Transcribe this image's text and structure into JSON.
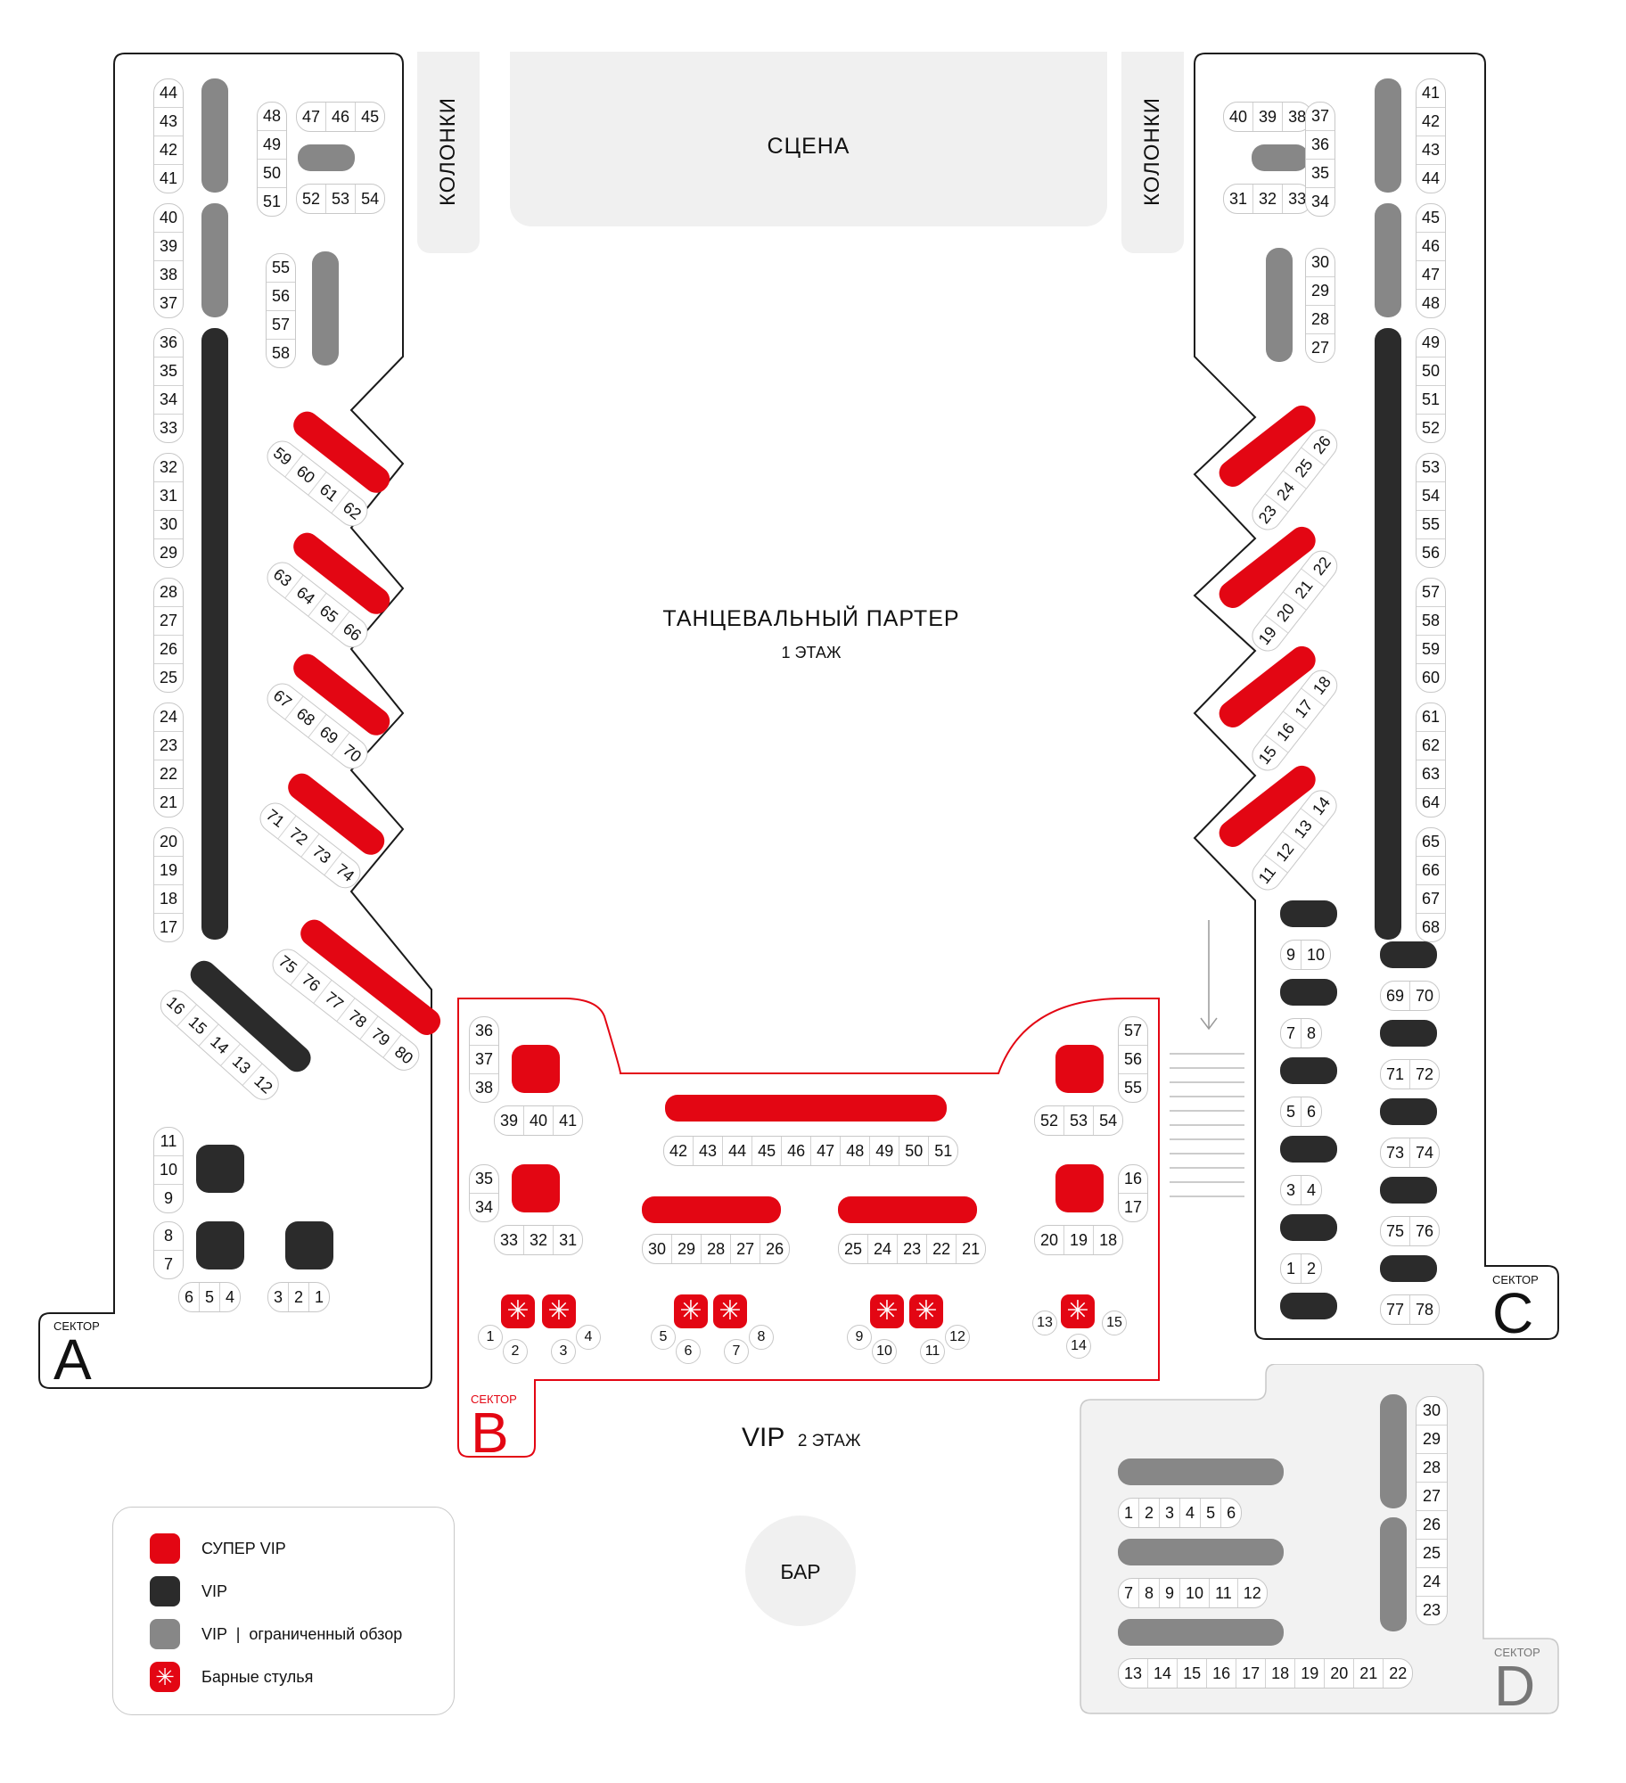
{
  "stage": "СЦЕНА",
  "speakers": "КОЛОНКИ",
  "dance_floor": {
    "title": "ТАНЦЕВАЛЬНЫЙ ПАРТЕР",
    "floor": "1 ЭТАЖ"
  },
  "vip_level": {
    "title": "VIP",
    "floor": "2 ЭТАЖ"
  },
  "bar": "БАР",
  "sector_label": "СЕКТОР",
  "sectors": {
    "a": "A",
    "b": "B",
    "c": "C",
    "d": "D"
  },
  "colors": {
    "super_vip": "#e30613",
    "vip": "#2b2b2b",
    "limited": "#878787"
  },
  "legend": [
    {
      "label": "СУПЕР VIP",
      "type": "super-vip"
    },
    {
      "label": "VIP",
      "type": "vip"
    },
    {
      "label": "VIP  |  ограниченный обзор",
      "type": "limited"
    },
    {
      "label": "Барные стулья",
      "type": "bar-stool",
      "icon": "asterisk-icon"
    }
  ],
  "sector_a": {
    "left_col": [
      [
        "44",
        "43",
        "42",
        "41"
      ],
      [
        "40",
        "39",
        "38",
        "37"
      ],
      [
        "36",
        "35",
        "34",
        "33"
      ],
      [
        "32",
        "31",
        "30",
        "29"
      ],
      [
        "28",
        "27",
        "26",
        "25"
      ],
      [
        "24",
        "23",
        "22",
        "21"
      ],
      [
        "20",
        "19",
        "18",
        "17"
      ]
    ],
    "top_v": [
      "48",
      "49",
      "50",
      "51"
    ],
    "top_h1": [
      "47",
      "46",
      "45"
    ],
    "top_h2": [
      "52",
      "53",
      "54"
    ],
    "mid_v": [
      "55",
      "56",
      "57",
      "58"
    ],
    "diag": [
      [
        "59",
        "60",
        "61",
        "62"
      ],
      [
        "63",
        "64",
        "65",
        "66"
      ],
      [
        "67",
        "68",
        "69",
        "70"
      ],
      [
        "71",
        "72",
        "73",
        "74"
      ],
      [
        "75",
        "76",
        "77",
        "78",
        "79",
        "80"
      ]
    ],
    "diag_low": [
      "16",
      "15",
      "14",
      "13",
      "12"
    ],
    "low_v1": [
      "11",
      "10",
      "9"
    ],
    "low_v2": [
      "8",
      "7"
    ],
    "low_h1": [
      "6",
      "5",
      "4"
    ],
    "low_h2": [
      "3",
      "2",
      "1"
    ]
  },
  "sector_b": {
    "tl_v": [
      "36",
      "37",
      "38"
    ],
    "tl_h": [
      "39",
      "40",
      "41"
    ],
    "top_h": [
      "42",
      "43",
      "44",
      "45",
      "46",
      "47",
      "48",
      "49",
      "50",
      "51"
    ],
    "tr_v": [
      "57",
      "56",
      "55"
    ],
    "tr_h": [
      "52",
      "53",
      "54"
    ],
    "bl_v": [
      "35",
      "34"
    ],
    "bl_h": [
      "33",
      "32",
      "31"
    ],
    "mid_l": [
      "30",
      "29",
      "28",
      "27",
      "26"
    ],
    "mid_r": [
      "25",
      "24",
      "23",
      "22",
      "21"
    ],
    "br_v": [
      "16",
      "17"
    ],
    "br_h": [
      "20",
      "19",
      "18"
    ],
    "stools": [
      "1",
      "2",
      "3",
      "4",
      "5",
      "6",
      "7",
      "8",
      "9",
      "10",
      "11",
      "12",
      "13",
      "14",
      "15"
    ]
  },
  "sector_c": {
    "top_h1": [
      "40",
      "39",
      "38"
    ],
    "top_h2": [
      "31",
      "32",
      "33"
    ],
    "top_v": [
      "37",
      "36",
      "35",
      "34"
    ],
    "mid_v": [
      "30",
      "29",
      "28",
      "27"
    ],
    "right_col": [
      [
        "41",
        "42",
        "43",
        "44"
      ],
      [
        "45",
        "46",
        "47",
        "48"
      ],
      [
        "49",
        "50",
        "51",
        "52"
      ],
      [
        "53",
        "54",
        "55",
        "56"
      ],
      [
        "57",
        "58",
        "59",
        "60"
      ],
      [
        "61",
        "62",
        "63",
        "64"
      ],
      [
        "65",
        "66",
        "67",
        "68"
      ]
    ],
    "diag": [
      [
        "23",
        "24",
        "25",
        "26"
      ],
      [
        "19",
        "20",
        "21",
        "22"
      ],
      [
        "15",
        "16",
        "17",
        "18"
      ],
      [
        "11",
        "12",
        "13",
        "14"
      ]
    ],
    "pairs_left": [
      [
        "9",
        "10"
      ],
      [
        "7",
        "8"
      ],
      [
        "5",
        "6"
      ],
      [
        "3",
        "4"
      ],
      [
        "1",
        "2"
      ]
    ],
    "pairs_right": [
      [
        "69",
        "70"
      ],
      [
        "71",
        "72"
      ],
      [
        "73",
        "74"
      ],
      [
        "75",
        "76"
      ],
      [
        "77",
        "78"
      ]
    ]
  },
  "sector_d": {
    "right_v": [
      "30",
      "29",
      "28",
      "27",
      "26",
      "25",
      "24",
      "23"
    ],
    "row1": [
      "1",
      "2",
      "3",
      "4",
      "5",
      "6"
    ],
    "row2": [
      "7",
      "8",
      "9",
      "10",
      "11",
      "12"
    ],
    "row3": [
      "13",
      "14",
      "15",
      "16",
      "17",
      "18",
      "19",
      "20",
      "21",
      "22"
    ]
  }
}
